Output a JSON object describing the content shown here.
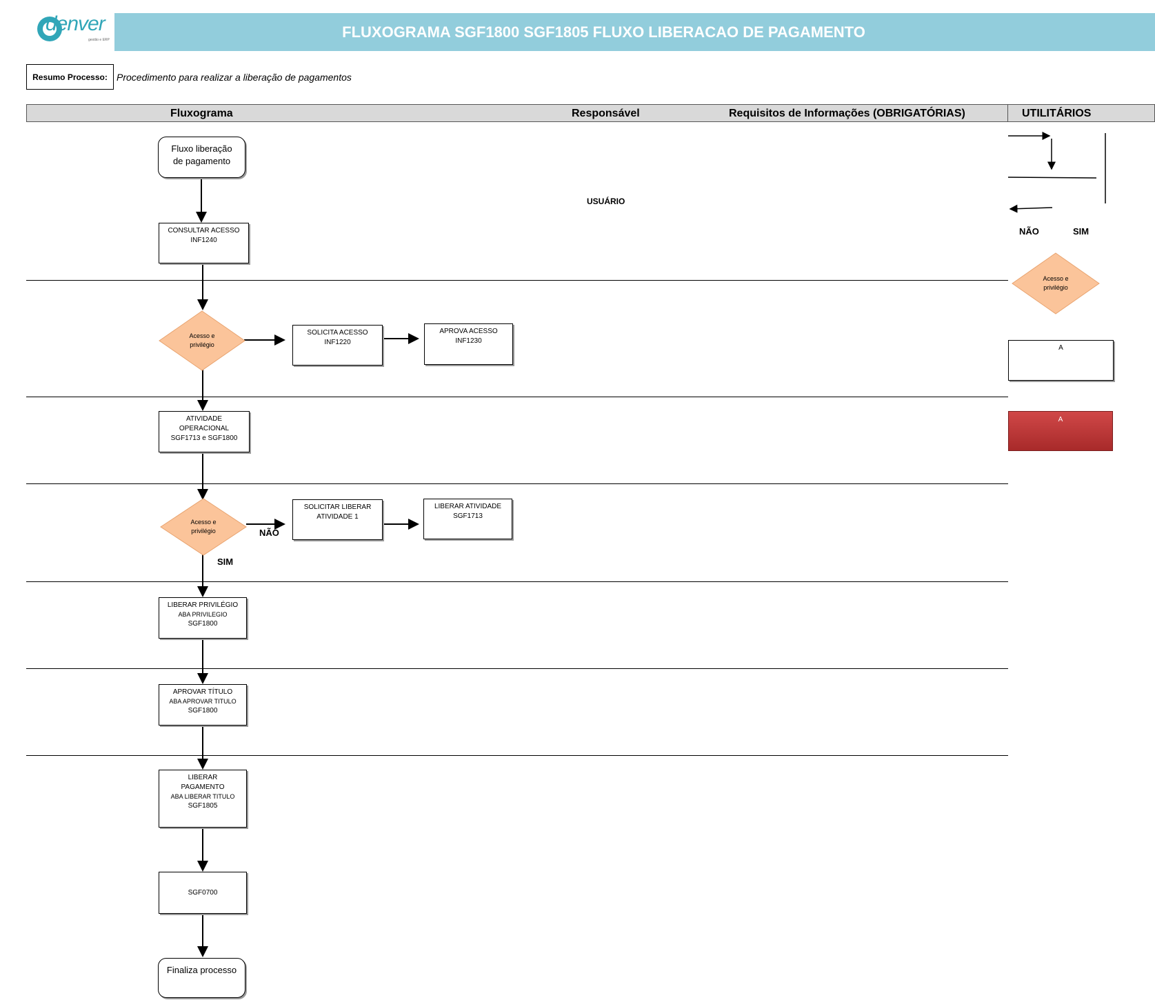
{
  "header": {
    "title": "FLUXOGRAMA SGF1800 SGF1805 FLUXO LIBERACAO DE PAGAMENTO",
    "logo_text": "denver",
    "logo_sub": "gestão e ERP"
  },
  "resumo": {
    "label": "Resumo Processo:",
    "text": "Procedimento para realizar a liberação de pagamentos"
  },
  "columns": {
    "fluxograma": "Fluxograma",
    "responsavel": "Responsável",
    "requisitos": "Requisitos de Informações (OBRIGATÓRIAS)",
    "utilitarios": "UTILITÁRIOS"
  },
  "responsavel_value": "USUÁRIO",
  "nodes": {
    "start": [
      "Fluxo liberação",
      "de pagamento"
    ],
    "consultar": [
      "CONSULTAR  ACESSO",
      "INF1240"
    ],
    "decision1": [
      "Acesso e",
      "privilégio"
    ],
    "solicita": [
      "SOLICITA  ACESSO",
      "INF1220"
    ],
    "aprova": [
      "APROVA  ACESSO",
      "INF1230"
    ],
    "atividade": [
      "ATIVIDADE",
      "OPERACIONAL",
      "SGF1713 e SGF1800"
    ],
    "decision2": [
      "Acesso e",
      "privilégio"
    ],
    "solicitar_liberar": [
      "SOLICITAR LIBERAR",
      "ATIVIDADE 1"
    ],
    "liberar_atividade": [
      "LIBERAR ATIVIDADE",
      "SGF1713"
    ],
    "liberar_privilegio": [
      "LIBERAR PRIVILÉGIO",
      "ABA PRIVILEGIO",
      "SGF1800"
    ],
    "aprovar_titulo": [
      "APROVAR TÍTULO",
      "ABA APROVAR TITULO",
      "SGF1800"
    ],
    "liberar_pagamento": [
      "LIBERAR",
      "PAGAMENTO",
      "ABA LIBERAR TITULO",
      "SGF1805"
    ],
    "sgf0700": [
      "SGF0700"
    ],
    "end": [
      "Finaliza processo"
    ]
  },
  "flow_labels": {
    "nao": "NÃO",
    "sim": "SIM"
  },
  "utilitarios": {
    "nao": "NÃO",
    "sim": "SIM",
    "diamond": [
      "Acesso e",
      "privilégio"
    ],
    "box_a": "A",
    "red_box_a": "A"
  },
  "colors": {
    "banner": "#92cddc",
    "diamond_fill": "#fbc49a",
    "red_box": "#c03a3a",
    "column_header": "#d9d9d9"
  }
}
